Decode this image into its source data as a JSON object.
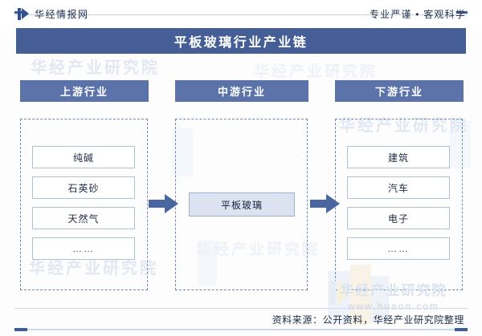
{
  "header": {
    "logo_icon": "huajing-flag-icon",
    "logo_text": "华经情报网",
    "slogan": "专业严谨 • 客观科学"
  },
  "title": {
    "text": "平板玻璃行业产业链"
  },
  "columns": [
    {
      "key": "upstream",
      "header": "上游行业",
      "items": [
        "纯碱",
        "石英砂",
        "天然气",
        "……"
      ]
    },
    {
      "key": "midstream",
      "header": "中游行业",
      "items": [
        "平板玻璃"
      ]
    },
    {
      "key": "downstream",
      "header": "下游行业",
      "items": [
        "建筑",
        "汽车",
        "电子",
        "……"
      ]
    }
  ],
  "arrows": [
    {
      "name": "arrow-upstream-to-midstream",
      "direction": "right"
    },
    {
      "name": "arrow-midstream-to-downstream",
      "direction": "right"
    }
  ],
  "watermarks": {
    "institute": "华经产业研究院",
    "url": "www.huaon.com"
  },
  "footer": {
    "source": "资料来源：公开资料，华经产业研究院整理"
  },
  "colors": {
    "title_bar": "#455f96",
    "column_header": "#5b73a8",
    "dashed_border": "#6f8ab5",
    "arrow": "#4a66a0",
    "mid_node_fill": "#dbe3f0",
    "item_border": "#b3bfd2",
    "text_dark": "#1e2b42",
    "watermark": "#e2e8f2"
  }
}
